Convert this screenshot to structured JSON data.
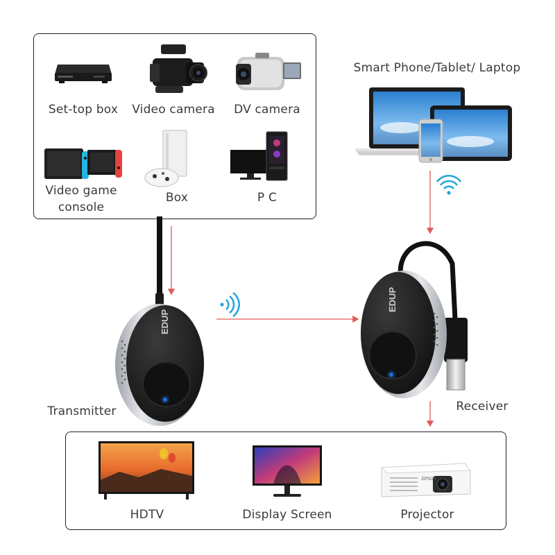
{
  "sources": {
    "settop": "Set-top box",
    "videocam": "Video camera",
    "dvcam": "DV camera",
    "console_line1": "Video game",
    "console_line2": "console",
    "xbox": "Box",
    "pc": "P C"
  },
  "mobile": {
    "label": "Smart Phone/Tablet/ Laptop"
  },
  "transmitter": {
    "label": "Transmitter",
    "brand": "EDUP"
  },
  "receiver": {
    "label": "Receiver",
    "brand": "EDUP"
  },
  "displays": {
    "hdtv": "HDTV",
    "screen": "Display Screen",
    "projector": "Projector",
    "projector_brand": "EPSON"
  },
  "colors": {
    "arrow": "#e05a5a",
    "wifi": "#2aa6d8",
    "led": "#1f6fe0",
    "frame": "#222222"
  }
}
